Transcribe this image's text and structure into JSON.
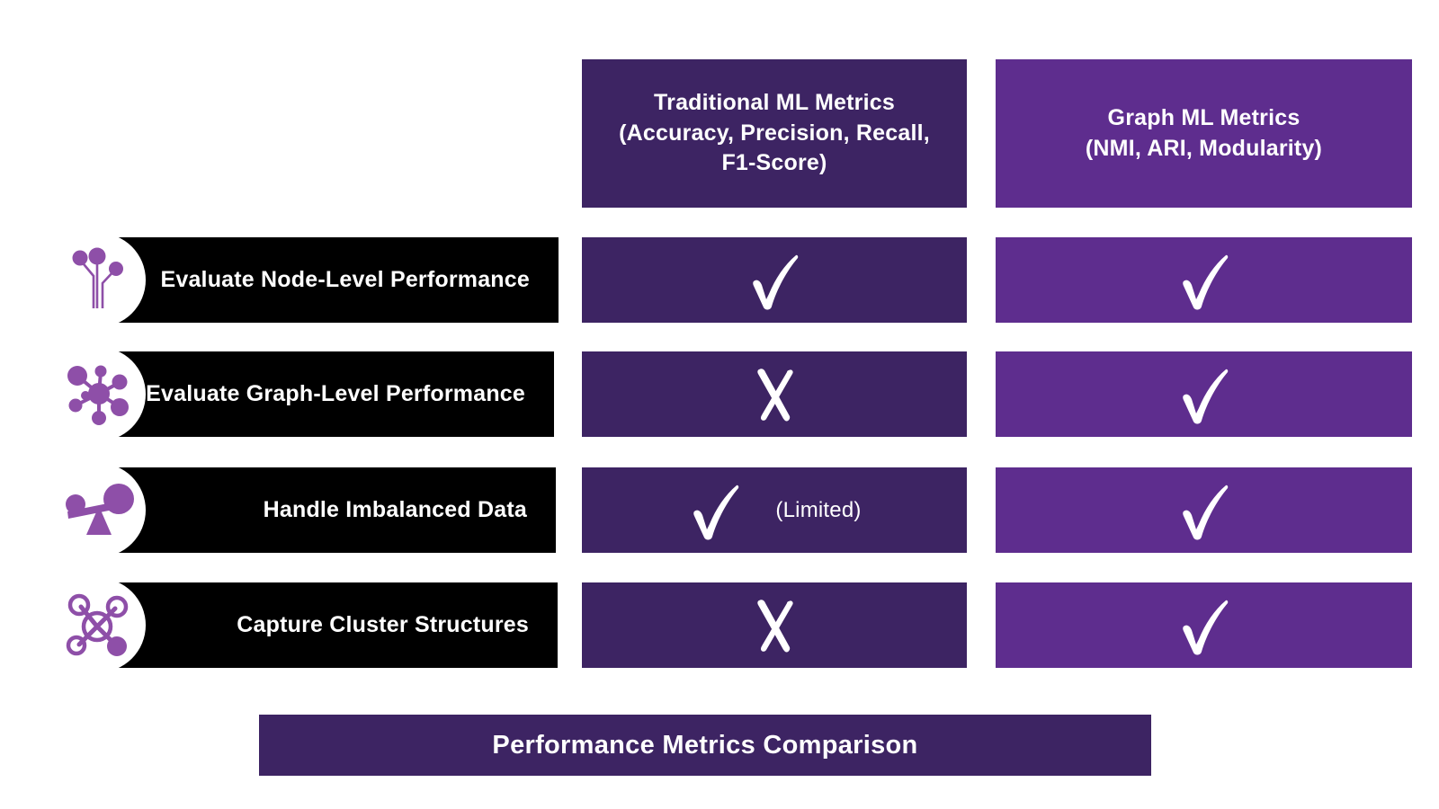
{
  "columns": [
    {
      "id": "traditional",
      "title": "Traditional ML Metrics",
      "subtitle": "(Accuracy, Precision, Recall,",
      "subtitle2": "F1-Score)",
      "color": "#3d2463"
    },
    {
      "id": "graph",
      "title": "Graph ML Metrics",
      "subtitle": "(NMI, ARI, Modularity)",
      "color": "#5e2d8e"
    }
  ],
  "rows": [
    {
      "label": "Evaluate Node-Level Performance",
      "icon": "circuit-nodes-icon",
      "traditional": {
        "mark": "check",
        "note": ""
      },
      "graph": {
        "mark": "check",
        "note": ""
      }
    },
    {
      "label": "Evaluate Graph-Level Performance",
      "icon": "network-graph-icon",
      "traditional": {
        "mark": "cross",
        "note": ""
      },
      "graph": {
        "mark": "check",
        "note": ""
      }
    },
    {
      "label": "Handle Imbalanced Data",
      "icon": "unbalanced-scale-icon",
      "traditional": {
        "mark": "check",
        "note": "(Limited)"
      },
      "graph": {
        "mark": "check",
        "note": ""
      }
    },
    {
      "label": "Capture Cluster Structures",
      "icon": "molecule-cluster-icon",
      "traditional": {
        "mark": "cross",
        "note": ""
      },
      "graph": {
        "mark": "check",
        "note": ""
      }
    }
  ],
  "footer": {
    "title": "Performance Metrics Comparison"
  },
  "colors": {
    "dark_purple": "#3d2463",
    "bright_purple": "#5e2d8e",
    "icon_purple": "#8e4fa8",
    "bar_black": "#000000",
    "mark_white": "#ffffff",
    "background": "#ffffff"
  }
}
